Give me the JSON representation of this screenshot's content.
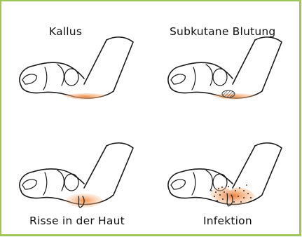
{
  "panels": [
    {
      "caption": "Kallus",
      "condition": "callus"
    },
    {
      "caption": "Subkutane Blutung",
      "condition": "subcutaneous-bleeding"
    },
    {
      "caption": "Risse in der Haut",
      "condition": "skin-cracks"
    },
    {
      "caption": "Infektion",
      "condition": "infection"
    }
  ],
  "colors": {
    "frame": "#9dc55a",
    "lesion": "#f08a3c",
    "lesion_light": "#f6b98a",
    "blood": "#555555",
    "ink": "#1a1a1a"
  }
}
